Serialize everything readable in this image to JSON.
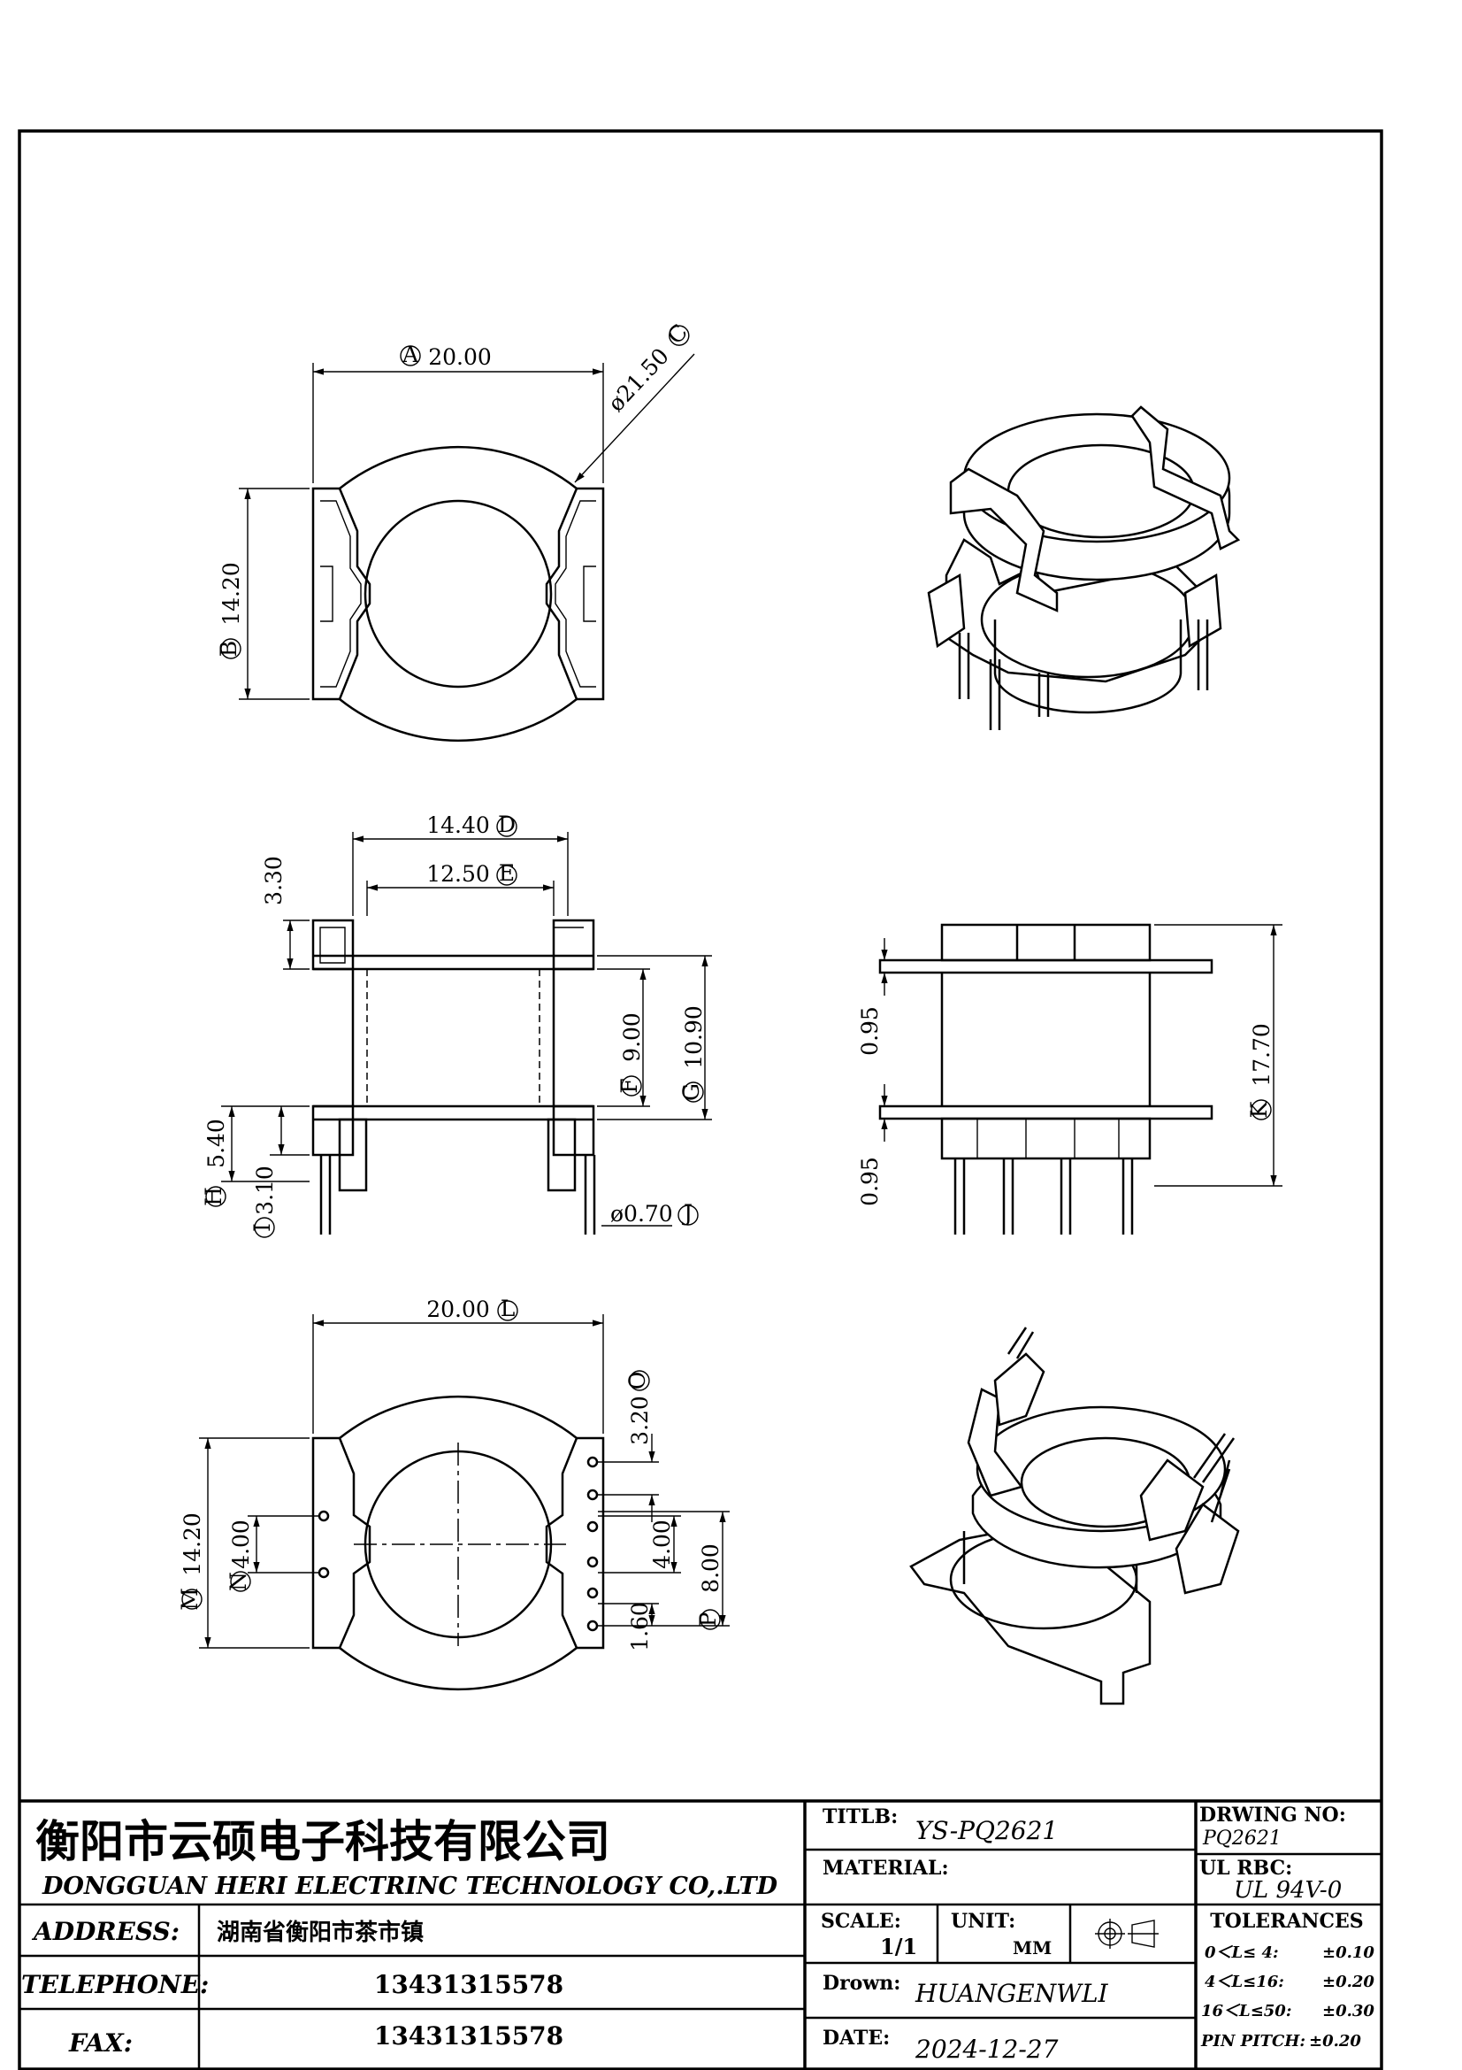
{
  "title_block": {
    "company_cn": "衡阳市云硕电子科技有限公司",
    "company_en": "DONGGUAN HERI ELECTRINC TECHNOLOGY CO,.LTD",
    "address_label": "ADDRESS:",
    "address_value": "湖南省衡阳市茶市镇",
    "telephone_label": "TELEPHONE:",
    "telephone_value": "13431315578",
    "fax_label": "FAX:",
    "fax_value": "13431315578",
    "title_label": "TITLB:",
    "title_value": "YS-PQ2621",
    "material_label": "MATERIAL:",
    "scale_label": "SCALE:",
    "scale_value": "1/1",
    "unit_label": "UNIT:",
    "unit_value": "MM",
    "drawn_label": "Drown:",
    "drawn_value": "HUANGENWLI",
    "date_label": "DATE:",
    "date_value": "2024-12-27",
    "drawing_no_label": "DRWING NO:",
    "drawing_no_value": "PQ2621",
    "ul_label": "UL RBC:",
    "ul_value": "UL 94V-0",
    "tolerances_label": "TOLERANCES",
    "tolerances": [
      {
        "range": "0＜L≤ 4:",
        "value": "±0.10"
      },
      {
        "range": "4＜L≤16:",
        "value": "±0.20"
      },
      {
        "range": "16＜L≤50:",
        "value": "±0.30"
      },
      {
        "range": "PIN PITCH:",
        "value": "±0.20"
      }
    ]
  },
  "dimensions": {
    "a": "20.00",
    "a_tag": "A",
    "b": "14.20",
    "b_tag": "B",
    "c": "ø21.50",
    "c_tag": "C",
    "d": "14.40",
    "d_tag": "D",
    "e": "12.50",
    "e_tag": "E",
    "f": "9.00",
    "f_tag": "F",
    "g": "10.90",
    "g_tag": "G",
    "h": "5.40",
    "h_tag": "H",
    "i": "3.10",
    "i_tag": "I",
    "j": "ø0.70",
    "j_tag": "J",
    "k": "17.70",
    "k_tag": "K",
    "l": "20.00",
    "l_tag": "L",
    "m": "14.20",
    "m_tag": "M",
    "n": "4.00",
    "n_tag": "N",
    "o": "3.20",
    "o_tag": "O",
    "p": "8.00",
    "p_tag": "P",
    "q": "4.00",
    "r": "1.60",
    "s": "3.30",
    "t1": "0.95",
    "t2": "0.95"
  }
}
